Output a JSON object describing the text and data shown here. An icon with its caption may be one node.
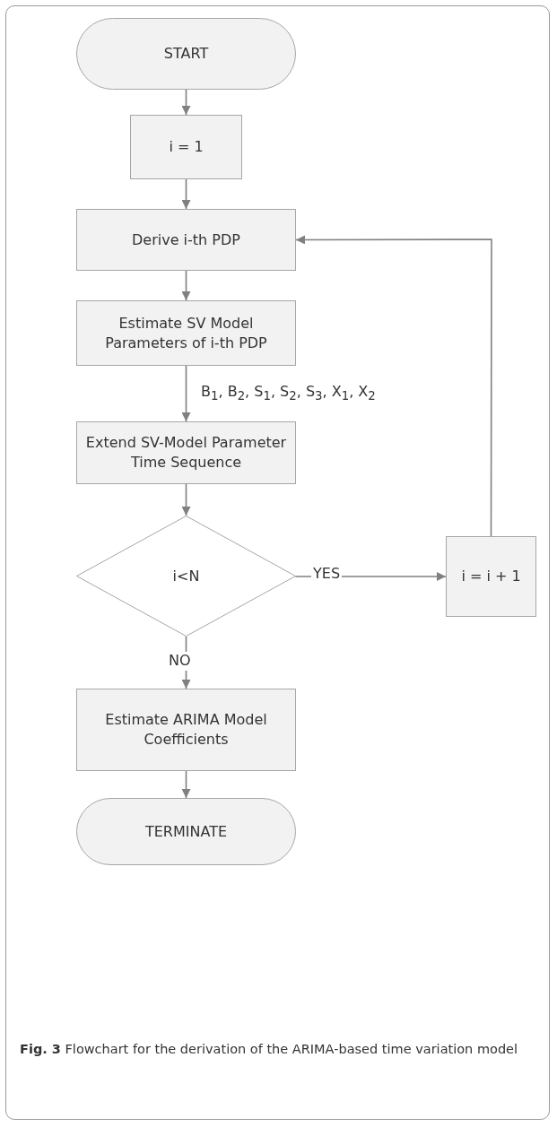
{
  "diagram": {
    "caption": "**Fig. 3** Flowchart for the derivation of the ARIMA-based time variation model",
    "nodes": [
      {
        "text": [
          "START"
        ]
      },
      {
        "text": [
          "i = 1"
        ]
      },
      {
        "text": [
          "Derive i-th PDP"
        ]
      },
      {
        "text": [
          "Estimate SV Model Parameters of i-th PDP"
        ]
      },
      {
        "text": [
          "Extend SV-Model Parameter Time Sequence"
        ]
      },
      {
        "text": [
          "i<N"
        ]
      },
      {
        "text": [
          "i = i + 1"
        ]
      },
      {
        "text": [
          "Estimate ARIMA Model Coefficients"
        ]
      },
      {
        "text": [
          "TERMINATE"
        ]
      }
    ],
    "edges": [
      {
        "from": 0,
        "to": 1,
        "arrow": "to"
      },
      {
        "from": 1,
        "to": 2,
        "arrow": "to"
      },
      {
        "from": 2,
        "to": 3,
        "arrow": "to"
      },
      {
        "from": 3,
        "to": 4,
        "arrow": "to",
        "label": "B$_{1}$, B$_{2}$, S$_{1}$, S$_{2}$, S$_{3}$, X$_{1}$, X$_{2}$"
      },
      {
        "from": 4,
        "to": 5,
        "arrow": "to"
      },
      {
        "from": 5,
        "to": 6,
        "arrow": "to",
        "label": "YES"
      },
      {
        "from": 5,
        "to": 7,
        "arrow": "to",
        "label": "NO"
      },
      {
        "from": 7,
        "to": 8,
        "arrow": "to"
      },
      {
        "from": 6,
        "to": 2,
        "arrow": "to"
      }
    ]
  }
}
